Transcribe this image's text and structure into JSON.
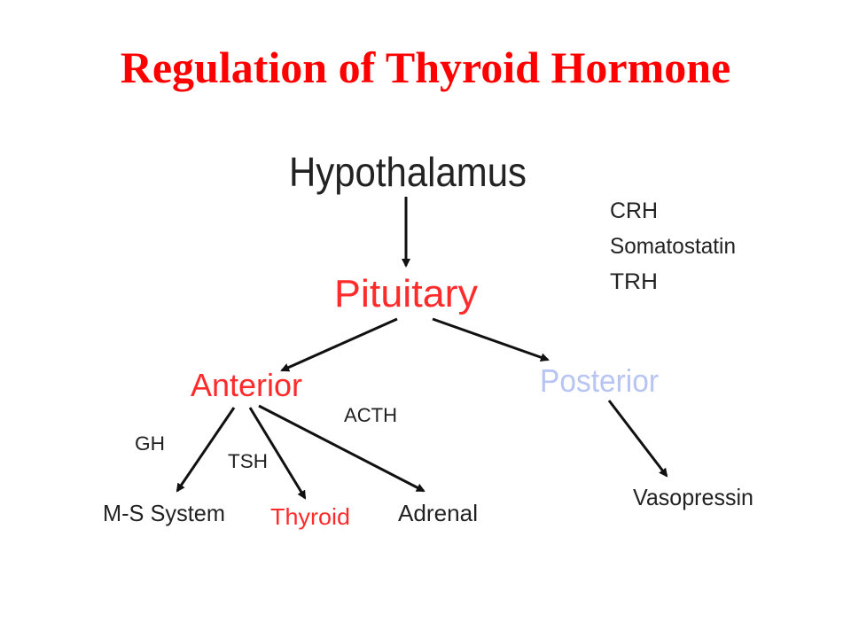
{
  "title": "Regulation of Thyroid Hormone",
  "colors": {
    "title": "#ff0000",
    "red_node": "#ff2a2a",
    "posterior_node": "#b8c4f2",
    "text": "#222222",
    "arrow": "#111111"
  },
  "nodes": {
    "hypothalamus": "Hypothalamus",
    "pituitary": "Pituitary",
    "anterior": "Anterior",
    "posterior": "Posterior",
    "ms_system": "M-S System",
    "thyroid": "Thyroid",
    "adrenal": "Adrenal",
    "vasopressin": "Vasopressin"
  },
  "hormones": {
    "crh": "CRH",
    "somatostatin": "Somatostatin",
    "trh": "TRH",
    "acth": "ACTH",
    "gh": "GH",
    "tsh": "TSH"
  }
}
